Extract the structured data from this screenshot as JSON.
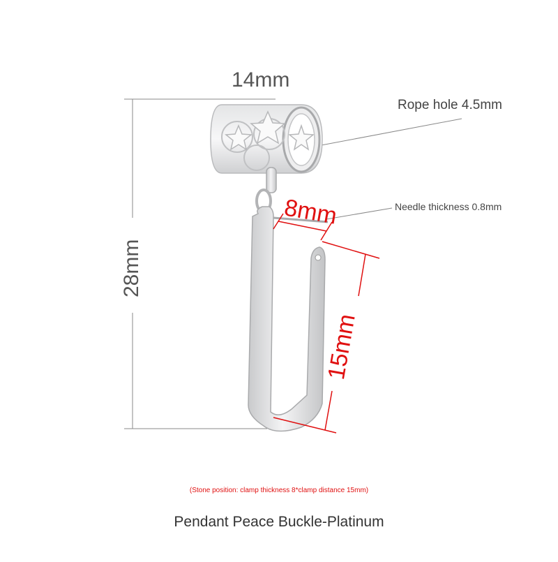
{
  "dimensions": {
    "width": "14mm",
    "height": "28mm",
    "rope_hole": "Rope hole 4.5mm",
    "needle_thickness": "Needle thickness 0.8mm",
    "clamp_thickness": "8mm",
    "clamp_distance": "15mm"
  },
  "note": "(Stone position: clamp thickness 8*clamp distance 15mm)",
  "product_title": "Pendant Peace Buckle-Platinum",
  "colors": {
    "accent_red": "#e01010",
    "dimension_gray": "#555555",
    "metal": "#d9dadc"
  }
}
